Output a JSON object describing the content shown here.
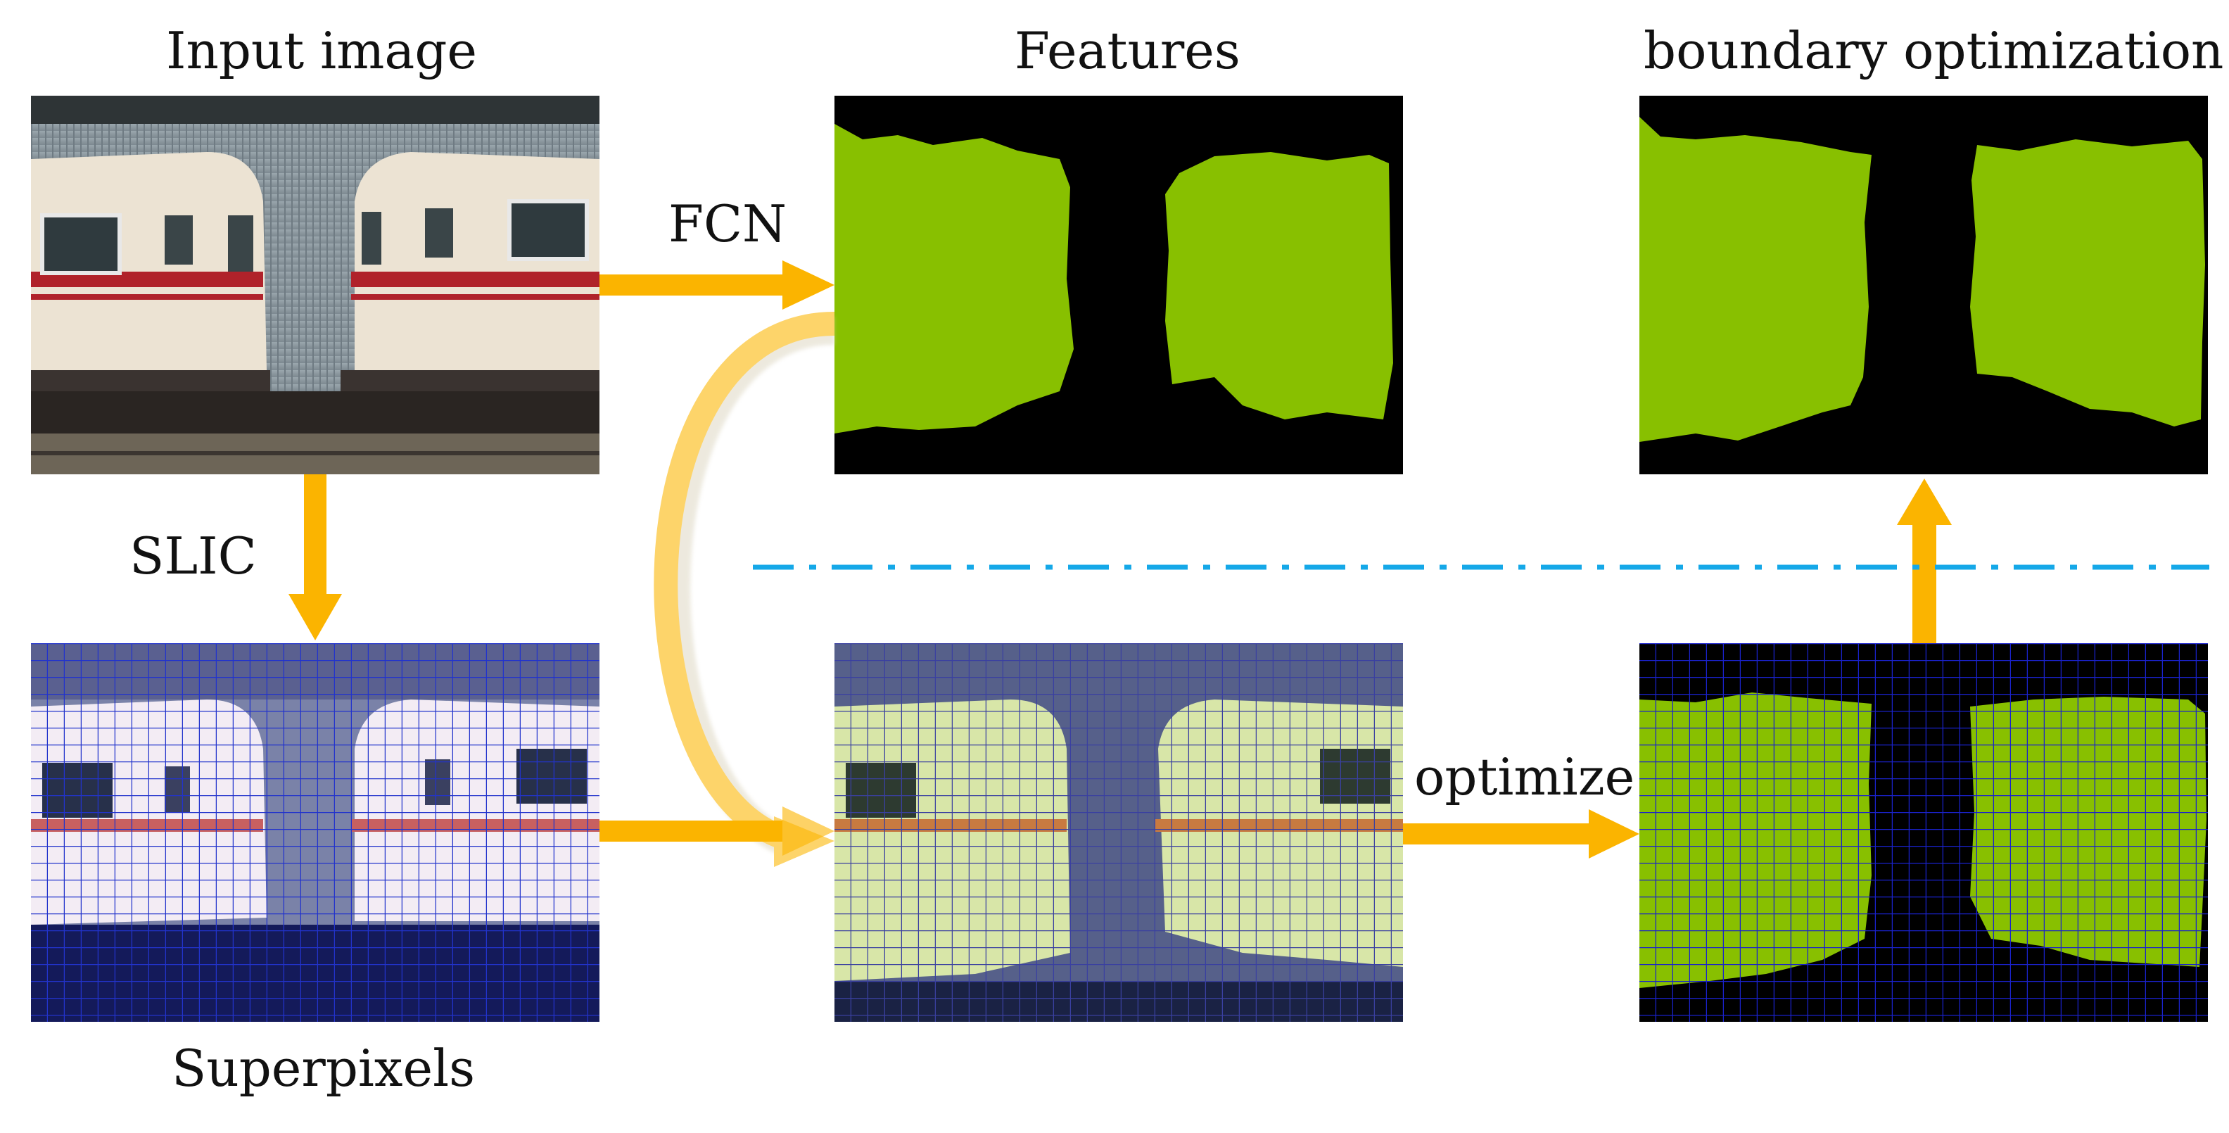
{
  "labels": {
    "input_image": "Input image",
    "features": "Features",
    "boundary_optimization": "boundary optimization",
    "fcn": "FCN",
    "slic": "SLIC",
    "optimize": "optimize",
    "superpixels": "Superpixels"
  },
  "colors": {
    "arrow": "#fbb400",
    "arrow_light": "#fdd46a",
    "mask_green": "#88c000",
    "mask_bg": "#000000",
    "superpixel_line": "#2233cc",
    "divider": "#15a8e8"
  }
}
